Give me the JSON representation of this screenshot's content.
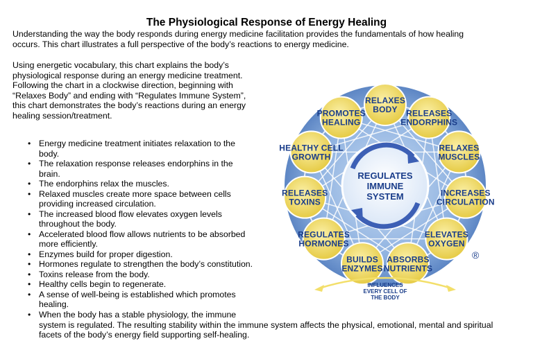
{
  "title": "The Physiological Response of Energy Healing",
  "intro": {
    "line1": "Understanding the way the body responds during energy medicine facilitation provides the fundamentals of how healing",
    "line2": "occurs. This chart illustrates a full perspective of the body’s reactions to energy medicine."
  },
  "vocab": {
    "line1": "Using energetic vocabulary, this chart explains the body’s",
    "line2": "physiological response during an energy medicine treatment.",
    "line3": "Following the chart in a clockwise direction, beginning with",
    "line4": "“Relaxes Body” and ending with “Regulates Immune System”,",
    "line5": "this chart demonstrates the body’s reactions during an energy",
    "line6": "healing session/treatment."
  },
  "bullets": [
    [
      "Energy medicine treatment initiates relaxation to the",
      "body."
    ],
    [
      "The relaxation response releases endorphins in the",
      "brain."
    ],
    [
      "The endorphins relax the muscles."
    ],
    [
      "Relaxed muscles create more space between cells",
      "providing increased circulation."
    ],
    [
      "The increased blood flow elevates oxygen levels",
      "throughout the body."
    ],
    [
      "Accelerated blood flow allows nutrients to be absorbed",
      "more efficiently."
    ],
    [
      "Enzymes build for proper digestion."
    ],
    [
      "Hormones regulate to strengthen the body’s constitution."
    ],
    [
      "Toxins release from the body."
    ],
    [
      "Healthy cells begin to regenerate."
    ],
    [
      "A sense of well-being is established which promotes",
      "healing."
    ]
  ],
  "last_bullet": {
    "line1": "When the body has a stable physiology, the immune",
    "line2": "system is regulated. The resulting stability within the immune system affects the physical, emotional, mental and spiritual",
    "line3": "facets of the body’s energy field supporting self-healing."
  },
  "diagram": {
    "hub": [
      "REGULATES",
      "IMMUNE",
      "SYSTEM"
    ],
    "nodes": [
      {
        "name": "node-relaxes-body",
        "lines": [
          "RELAXES",
          "BODY"
        ]
      },
      {
        "name": "node-releases-endorphins",
        "lines": [
          "RELEASES",
          "ENDORPHINS"
        ]
      },
      {
        "name": "node-relaxes-muscles",
        "lines": [
          "RELAXES",
          "MUSCLES"
        ]
      },
      {
        "name": "node-increases-circulation",
        "lines": [
          "INCREASES",
          "CIRCULATION"
        ]
      },
      {
        "name": "node-elevates-oxygen",
        "lines": [
          "ELEVATES",
          "OXYGEN"
        ]
      },
      {
        "name": "node-absorbs-nutrients",
        "lines": [
          "ABSORBS",
          "NUTRIENTS"
        ]
      },
      {
        "name": "node-builds-enzymes",
        "lines": [
          "BUILDS",
          "ENZYMES"
        ]
      },
      {
        "name": "node-regulates-hormones",
        "lines": [
          "REGULATES",
          "HORMONES"
        ]
      },
      {
        "name": "node-releases-toxins",
        "lines": [
          "RELEASES",
          "TOXINS"
        ]
      },
      {
        "name": "node-healthy-cell-growth",
        "lines": [
          "HEALTHY CELL",
          "GROWTH"
        ]
      },
      {
        "name": "node-promotes-healing",
        "lines": [
          "PROMOTES",
          "HEALING"
        ]
      }
    ],
    "influences": [
      "INFLUENCES",
      "EVERY CELL OF",
      "THE BODY"
    ],
    "registered_mark": "®",
    "colors": {
      "node_fill": "#f3df6a",
      "text": "#1a3d8a",
      "ring": "#5d86c4",
      "arrow": "#3c5fb5",
      "background": "#8fb2e0"
    }
  }
}
